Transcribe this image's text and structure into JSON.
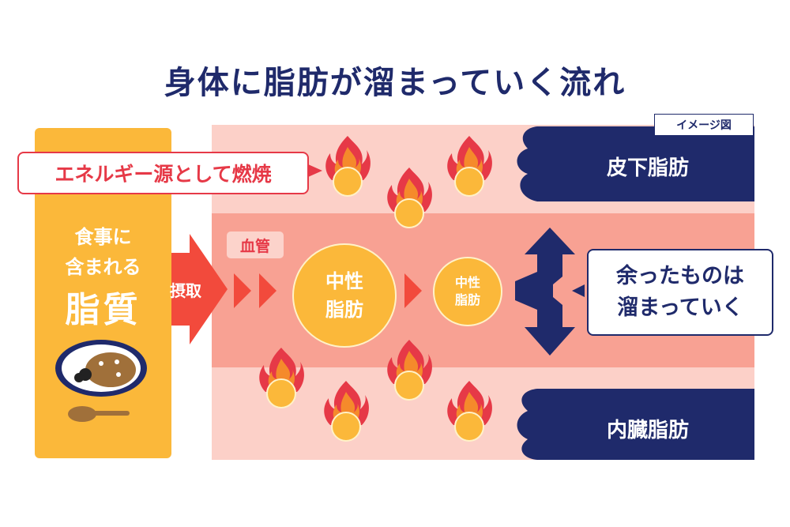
{
  "title": "身体に脂肪が溜まっていく流れ",
  "legend": "イメージ図",
  "left_panel": {
    "line1": "食事に",
    "line2": "含まれる",
    "line3": "脂質",
    "color": "#fbb83a"
  },
  "intake_label": "摂取",
  "burn_label": "エネルギー源として燃焼",
  "blood_vessel_label": "血管",
  "triglyceride_large": {
    "line1": "中性",
    "line2": "脂肪"
  },
  "triglyceride_small": {
    "line1": "中性",
    "line2": "脂肪"
  },
  "store_label": {
    "line1": "余ったものは",
    "line2": "溜まっていく"
  },
  "subcutaneous_fat": "皮下脂肪",
  "visceral_fat": "内臓脂肪",
  "colors": {
    "navy": "#1f2a6b",
    "red": "#e63947",
    "orange": "#fbb83a",
    "pink_light": "#fcd0c8",
    "pink_mid": "#f8a193",
    "arrow_red": "#f24a3c"
  },
  "icons": [
    "flame-icon",
    "curry-plate-icon",
    "spoon-icon",
    "chevron-right-icon",
    "double-arrow-icon"
  ]
}
